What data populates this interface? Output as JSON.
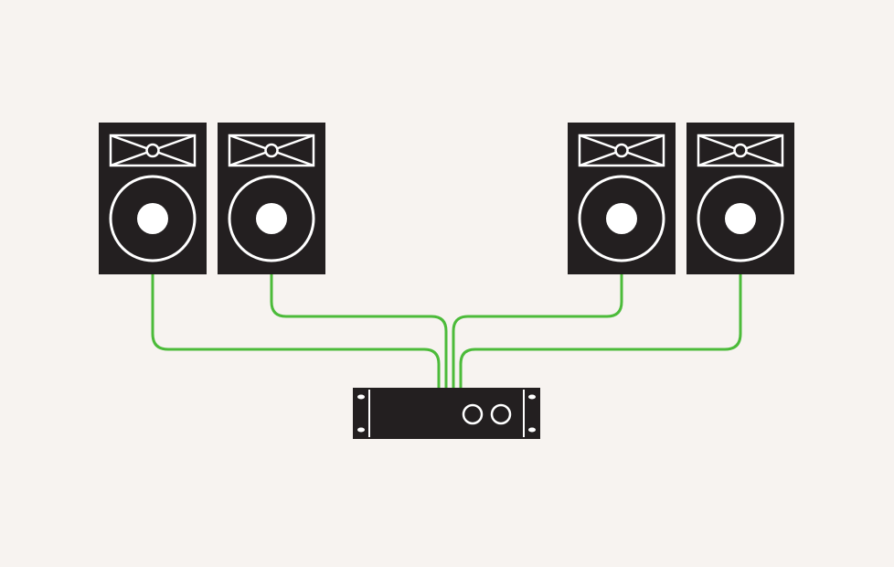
{
  "colors": {
    "background": "#f7f3f0",
    "device": "#231f20",
    "detail": "#ffffff",
    "cable": "#4cbb3a"
  },
  "speakers": [
    {
      "icon": "speaker-icon",
      "side": "left"
    },
    {
      "icon": "speaker-icon",
      "side": "left"
    },
    {
      "icon": "speaker-icon",
      "side": "right"
    },
    {
      "icon": "speaker-icon",
      "side": "right"
    }
  ],
  "amplifier": {
    "icon": "amplifier-icon",
    "knobs": 2
  },
  "connections": 4
}
